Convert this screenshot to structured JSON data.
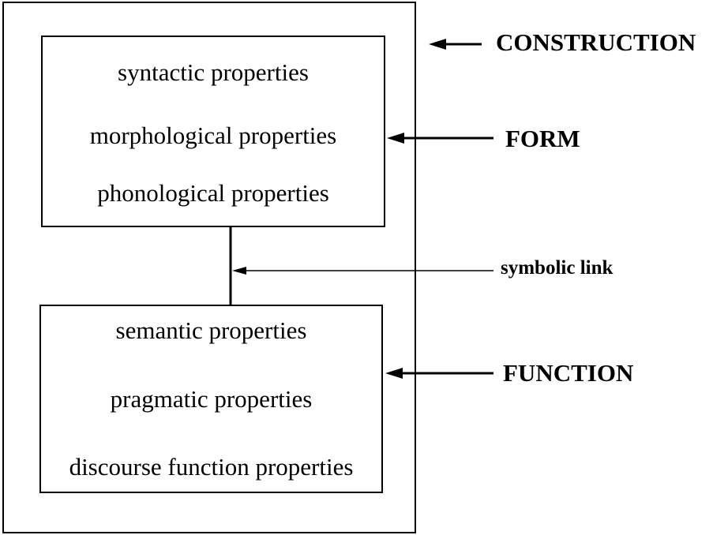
{
  "diagram": {
    "labels": {
      "construction": "CONSTRUCTION",
      "form": "FORM",
      "symbolic_link": "symbolic link",
      "function": "FUNCTION"
    },
    "form_properties": [
      "syntactic properties",
      "morphological properties",
      "phonological properties"
    ],
    "function_properties": [
      "semantic properties",
      "pragmatic properties",
      "discourse function properties"
    ]
  },
  "colors": {
    "stroke": "#000000",
    "background": "#ffffff"
  }
}
